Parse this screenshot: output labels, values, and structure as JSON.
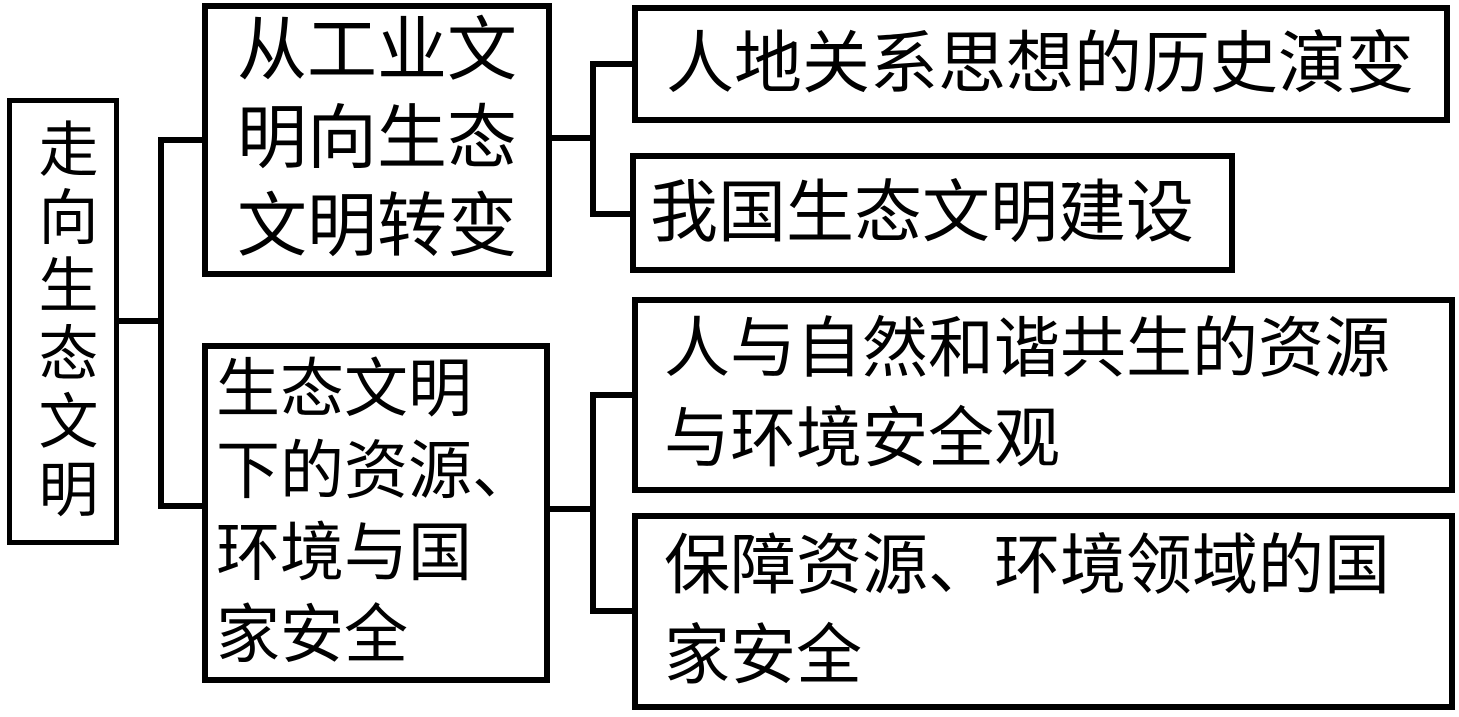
{
  "diagram": {
    "type": "concept-map",
    "background_color": "#ffffff",
    "line_color": "#000000",
    "text_color": "#000000",
    "root": {
      "label": "走向生态文明",
      "orientation": "vertical"
    },
    "branches": [
      {
        "label": "从工业文\n明向生态\n文明转变",
        "label_flat": "从工业文明向生态文明转变",
        "children": [
          {
            "label": "人地关系思想的历史演变"
          },
          {
            "label": "我国生态文明建设"
          }
        ]
      },
      {
        "label": "生态文明\n下的资源、\n环境与国\n家安全",
        "label_flat": "生态文明下的资源、环境与国家安全",
        "children": [
          {
            "label": "人与自然和谐共生的资源\n与环境安全观",
            "label_flat": "人与自然和谐共生的资源与环境安全观"
          },
          {
            "label": "保障资源、环境领域的国\n家安全",
            "label_flat": "保障资源、环境领域的国家安全"
          }
        ]
      }
    ]
  }
}
